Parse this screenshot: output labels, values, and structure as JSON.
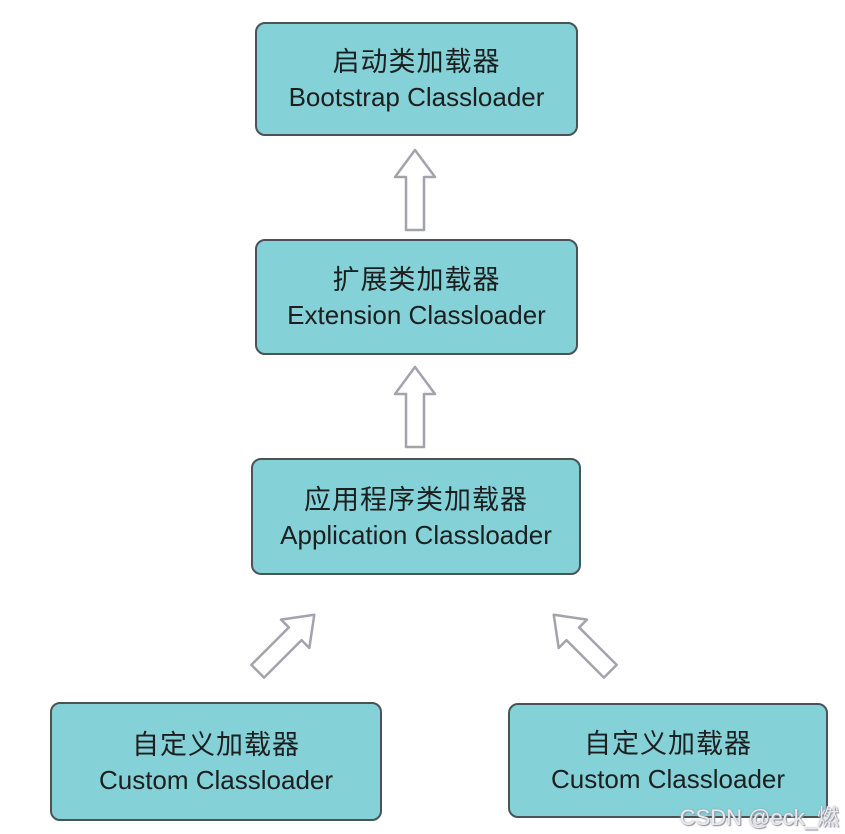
{
  "diagram": {
    "type": "flowchart",
    "topic": "Java ClassLoader hierarchy (parent delegation)",
    "nodes": [
      {
        "id": "bootstrap",
        "zh": "启动类加载器",
        "en": "Bootstrap Classloader"
      },
      {
        "id": "extension",
        "zh": "扩展类加载器",
        "en": "Extension Classloader"
      },
      {
        "id": "application",
        "zh": "应用程序类加载器",
        "en": "Application Classloader"
      },
      {
        "id": "custom-left",
        "zh": "自定义加载器",
        "en": "Custom Classloader"
      },
      {
        "id": "custom-right",
        "zh": "自定义加载器",
        "en": "Custom Classloader"
      }
    ],
    "edges": [
      {
        "from": "extension",
        "to": "bootstrap",
        "direction": "up"
      },
      {
        "from": "application",
        "to": "extension",
        "direction": "up"
      },
      {
        "from": "custom-left",
        "to": "application",
        "direction": "up-right"
      },
      {
        "from": "custom-right",
        "to": "application",
        "direction": "up-left"
      }
    ],
    "colors": {
      "node_fill": "#84d1d8",
      "node_border": "#4a5356",
      "arrow_stroke": "#a3a3ab",
      "arrow_fill": "#ffffff",
      "text": "#1d1f1f",
      "background": "#ffffff",
      "watermark_text": "#e9e9f0"
    },
    "watermark": "CSDN @eck_燃"
  }
}
